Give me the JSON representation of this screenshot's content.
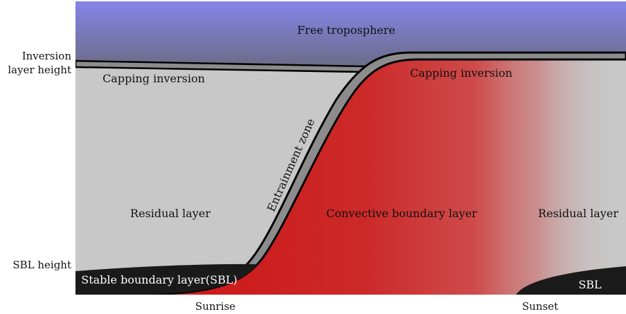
{
  "labels": {
    "free_troposphere": "Free troposphere",
    "capping_inversion_left": "Capping inversion",
    "capping_inversion_right": "Capping inversion",
    "entrainment_zone": "Entrainment zone",
    "residual_layer_left": "Residual layer",
    "convective_boundary_layer": "Convective boundary layer",
    "residual_layer_right": "Residual layer",
    "stable_boundary_layer": "Stable boundary layer(SBL)",
    "sbl_right": "SBL"
  },
  "y_axis": {
    "inversion_line1": "Inversion",
    "inversion_line2": "layer height",
    "sbl_height": "SBL height"
  },
  "x_axis": {
    "sunrise": "Sunrise",
    "sunset": "Sunset"
  },
  "colors": {
    "sky_top": "#8a8ae6",
    "sky_bottom": "#6a6a8a",
    "residual": "#c8c8c8",
    "capping": "#8c8c8c",
    "convective": "#d02020",
    "stable": "#1a1a1a",
    "outline": "#000000"
  }
}
